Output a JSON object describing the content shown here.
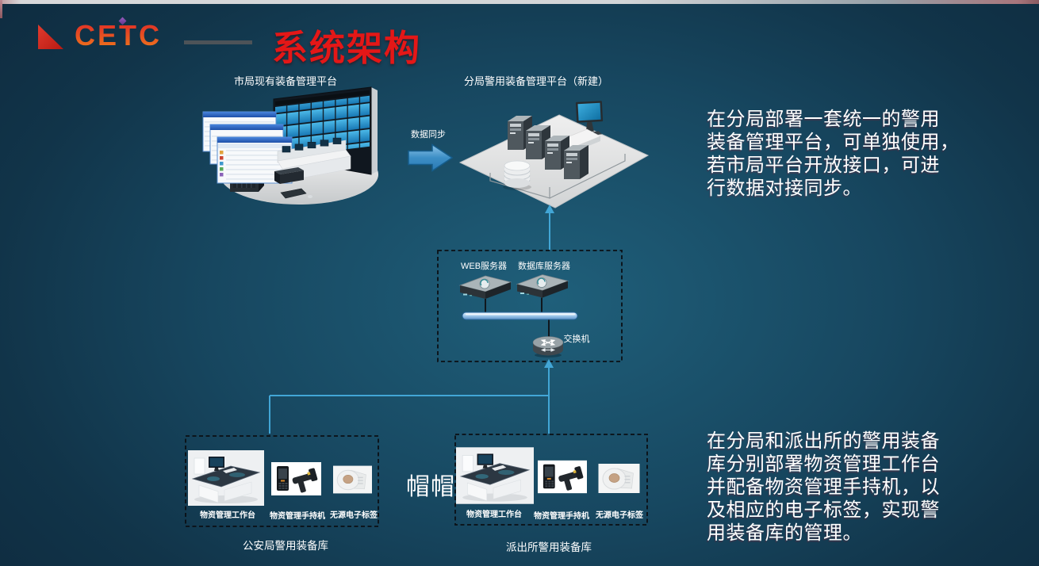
{
  "header": {
    "logo_text": "CETC",
    "title": "系统架构"
  },
  "nodes": {
    "city_platform_label": "市局现有装备管理平台",
    "branch_platform_label": "分局警用装备管理平台（新建）",
    "sync_arrow_label": "数据同步",
    "web_server_label": "WEB服务器",
    "db_server_label": "数据库服务器",
    "switch_label": "交换机"
  },
  "warehouses": {
    "left": {
      "caption": "公安局警用装备库",
      "items": [
        "物资管理工作台",
        "物资管理手持机",
        "无源电子标签"
      ]
    },
    "right": {
      "caption": "派出所警用装备库",
      "items": [
        "物资管理工作台",
        "物资管理手持机",
        "无源电子标签"
      ]
    },
    "artifact_text": "帽帽"
  },
  "notes": {
    "top": "在分局部署一套统一的警用\n装备管理平台，可单独使用，\n若市局平台开放接口，可进\n行数据对接同步。",
    "bottom": "在分局和派出所的警用装备\n库分别部署物资管理工作台\n并配备物资管理手持机，以\n及相应的电子标签，实现警\n用装备库的管理。"
  },
  "colors": {
    "title_red": "#e41717",
    "connector_cyan": "#42a6d6",
    "arrow_blue": "#2f86c0",
    "background_teal": "#1f5f7a"
  }
}
